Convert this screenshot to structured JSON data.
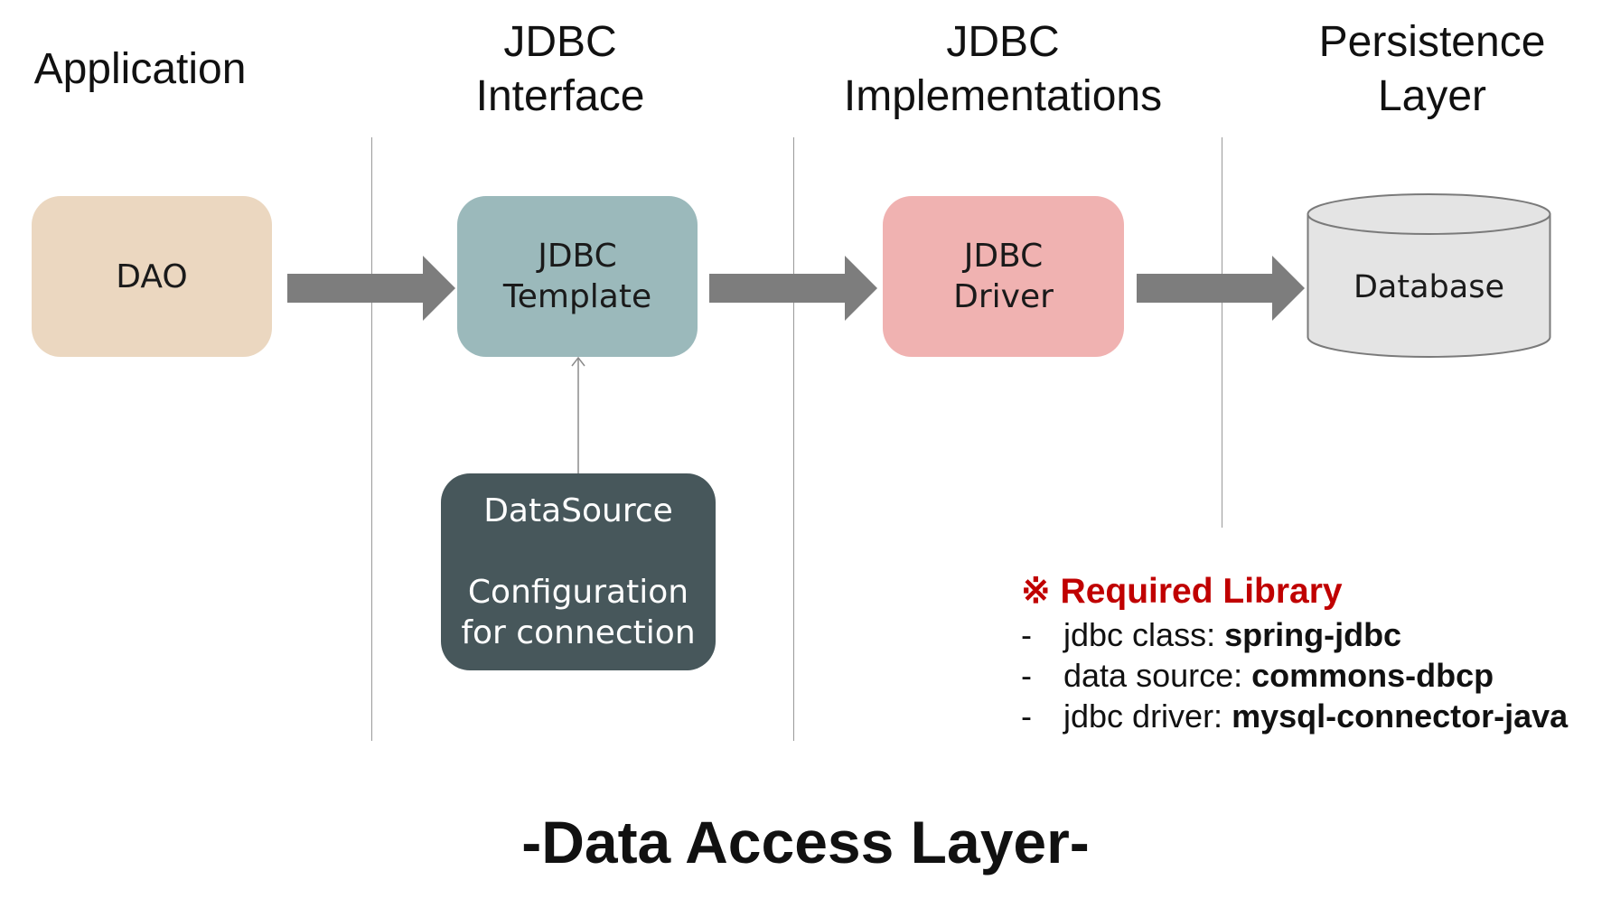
{
  "columns": [
    {
      "lines": [
        "Application"
      ]
    },
    {
      "lines": [
        "JDBC",
        "Interface"
      ]
    },
    {
      "lines": [
        "JDBC",
        "Implementations"
      ]
    },
    {
      "lines": [
        "Persistence",
        "Layer"
      ]
    }
  ],
  "nodes": {
    "dao": {
      "lines": [
        "DAO"
      ],
      "color": "#ebd7c0"
    },
    "jdbc_template": {
      "lines": [
        "JDBC",
        "Template"
      ],
      "color": "#9bb9bb"
    },
    "jdbc_driver": {
      "lines": [
        "JDBC",
        "Driver"
      ],
      "color": "#f0b2b1"
    },
    "database": {
      "label": "Database",
      "color": "#e4e4e4"
    },
    "datasource": {
      "lines": [
        "DataSource",
        "",
        "Configuration",
        "for connection"
      ],
      "color": "#47575b"
    }
  },
  "arrow_color": "#7d7d7d",
  "required_library": {
    "symbol": "※",
    "title": "Required Library",
    "items": [
      {
        "dash": "-",
        "label": "jdbc class: ",
        "value": "spring-jdbc"
      },
      {
        "dash": "-",
        "label": "data source: ",
        "value": "commons-dbcp"
      },
      {
        "dash": "-",
        "label": "jdbc driver: ",
        "value": "mysql-connector-java"
      }
    ]
  },
  "page_title": "-Data Access Layer-"
}
